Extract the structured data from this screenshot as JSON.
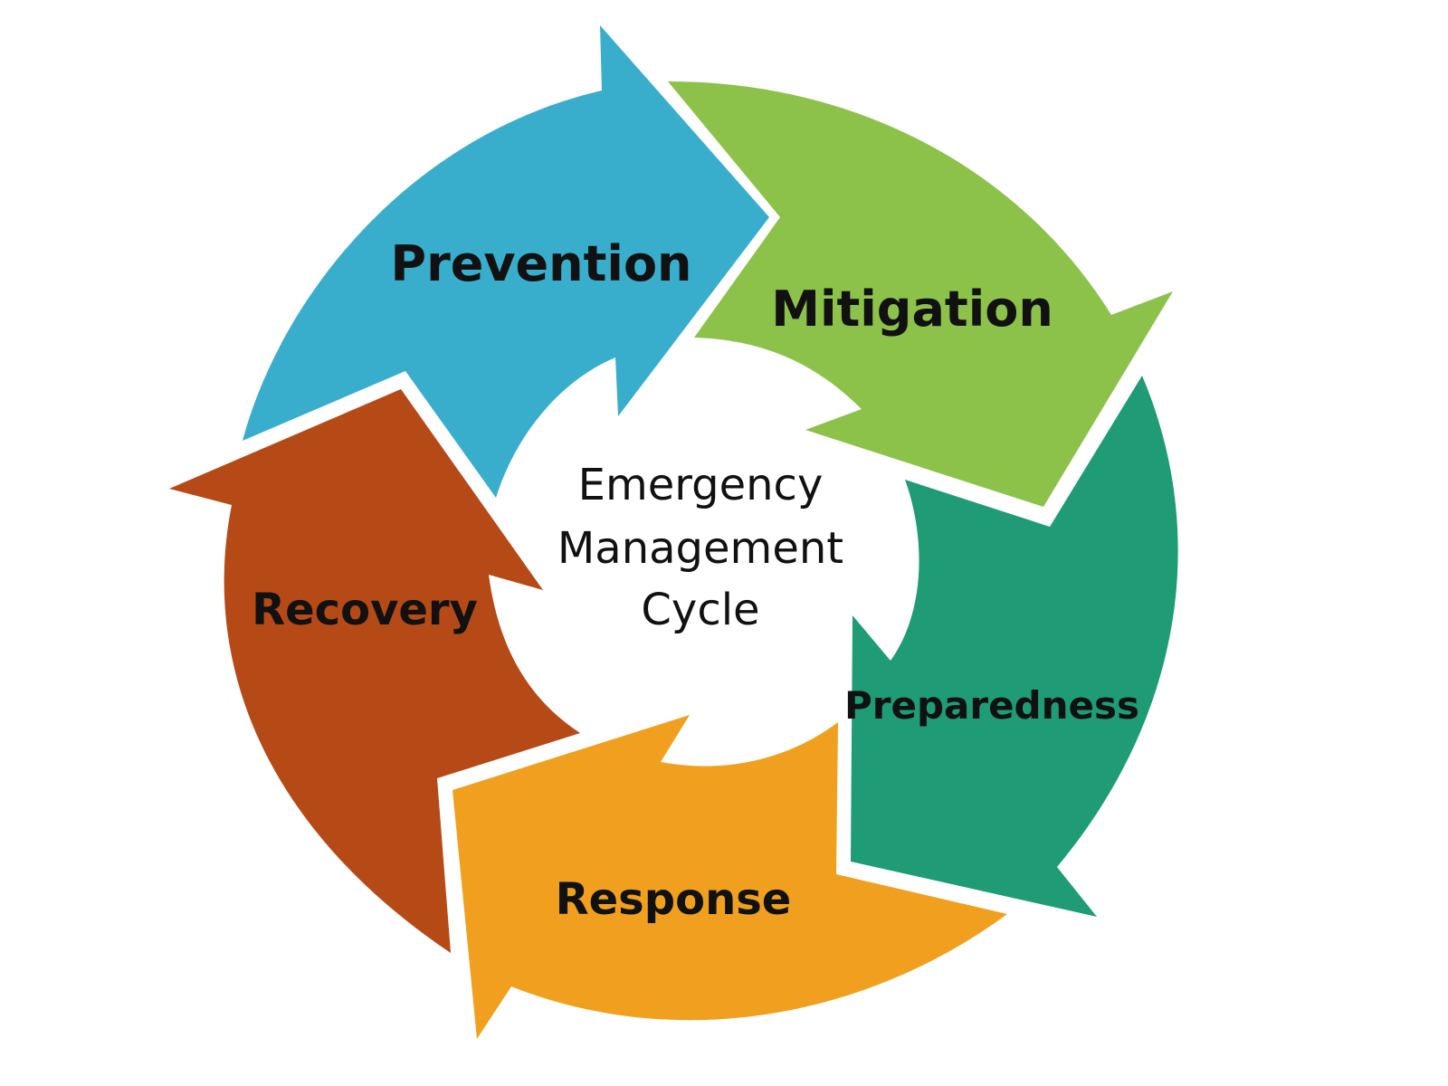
{
  "title": "Emergency Management Cycle",
  "center": {
    "line1": "Emergency",
    "line2": "Management",
    "line3": "Cycle"
  },
  "stages": [
    {
      "label": "Prevention",
      "color": "#38aecc"
    },
    {
      "label": "Mitigation",
      "color": "#8cc24a"
    },
    {
      "label": "Preparedness",
      "color": "#1f9c76"
    },
    {
      "label": "Response",
      "color": "#f0a01e"
    },
    {
      "label": "Recovery",
      "color": "#b54a17"
    }
  ]
}
